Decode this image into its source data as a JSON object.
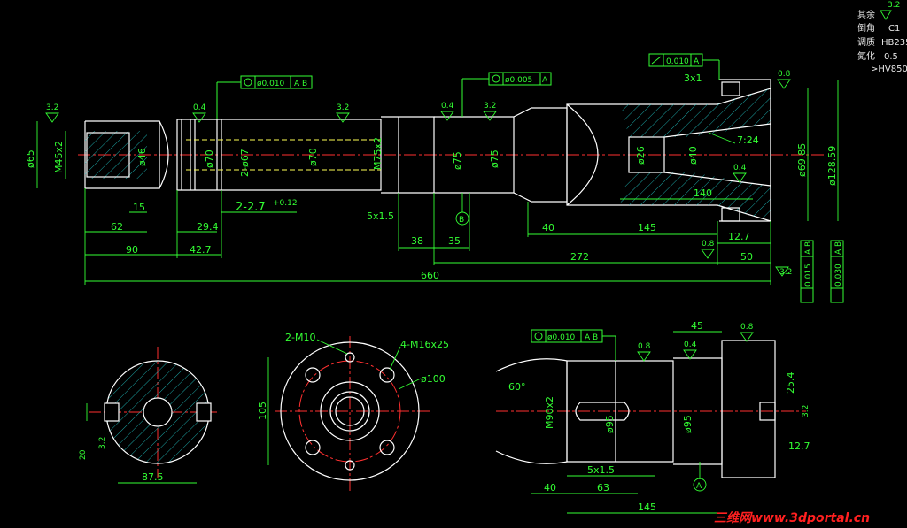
{
  "notes": {
    "rough_rest": "其余",
    "rough_rest_val": "3.2",
    "chamfer_label": "倒角",
    "chamfer_val": "C1",
    "temper_label": "调质",
    "temper_val": "HB235",
    "nitride_label": "氮化",
    "nitride_val": "0.5",
    "hardness": ">HV850"
  },
  "main_view": {
    "dims": {
      "d65": "ø65",
      "m45": "M45x2",
      "d46": "ø46",
      "d70a": "ø70",
      "d67": "2-ø67",
      "d70b": "ø70",
      "m75": "M75x2",
      "d75a": "ø75",
      "d75b": "ø75",
      "d26": "ø26",
      "d40": "ø40",
      "d6985": "ø69.85",
      "d12859": "ø128.59",
      "taper": "7:24",
      "len15": "15",
      "len62": "62",
      "len90": "90",
      "len29": "29.4",
      "len427": "42.7",
      "groove": "2-2.7",
      "groove_tol": "+0.12",
      "len5x15": "5x1.5",
      "len38": "38",
      "len35": "35",
      "len40": "40",
      "len145": "145",
      "len140": "140",
      "len127": "12.7",
      "len272": "272",
      "len50": "50",
      "len660": "660",
      "chamfer3x1": "3x1"
    },
    "roughness": [
      "3.2",
      "0.4",
      "3.2",
      "0.4",
      "3.2",
      "0.8",
      "0.4",
      "0.8",
      "3.2"
    ],
    "frames": {
      "f1_val": "ø0.010",
      "f1_ref": "A B",
      "f2_val": "ø0.005",
      "f2_ref": "A",
      "f3_val": "0.010",
      "f3_ref": "A",
      "f4_val": "0.015",
      "f4_ref": "A B",
      "f5_val": "0.030",
      "f5_ref": "A B"
    },
    "datum_b": "B"
  },
  "section_left": {
    "dim_20": "20",
    "dim_875": "87.5",
    "roughness": "3.2"
  },
  "section_mid": {
    "m10": "2-M10",
    "m16": "4-M16x25",
    "d100": "ø100",
    "dim105": "105"
  },
  "detail_view": {
    "frame_val": "ø0.010",
    "frame_ref": "A B",
    "angle": "60°",
    "m90": "M90x2",
    "d95a": "ø95",
    "d95b": "ø95",
    "len45": "45",
    "len254": "25.4",
    "len127": "12.7",
    "len5x15": "5x1.5",
    "len40": "40",
    "len63": "63",
    "len145": "145",
    "datum_a": "A",
    "roughness": [
      "0.8",
      "0.4",
      "0.8",
      "3.2"
    ]
  },
  "watermark": "三维网www.3dportal.cn"
}
